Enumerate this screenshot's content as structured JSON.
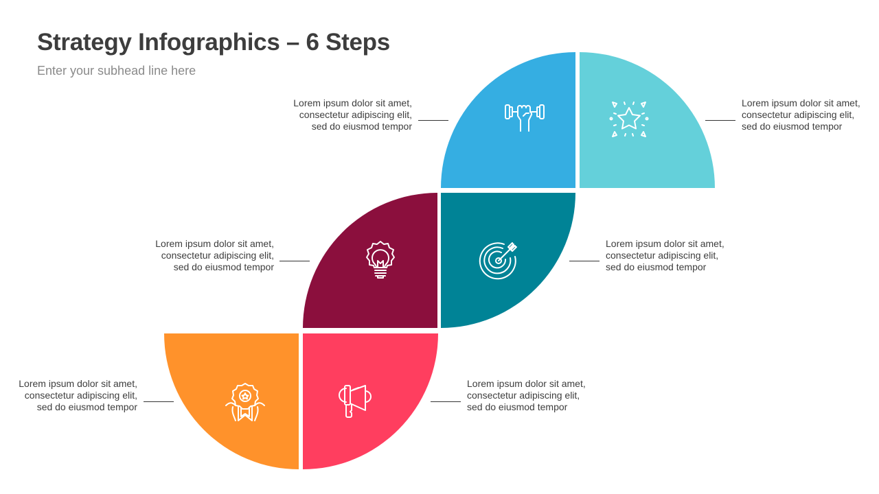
{
  "header": {
    "title": "Strategy Infographics – 6 Steps",
    "subtitle": "Enter your subhead line here"
  },
  "steps": [
    {
      "id": 1,
      "icon": "medal-ribbon-icon",
      "color": "#FF922B",
      "text": "Lorem ipsum dolor sit amet, consectetur adipiscing elit, sed do eiusmod tempor"
    },
    {
      "id": 2,
      "icon": "megaphone-icon",
      "color": "#FF3E5F",
      "text": "Lorem ipsum dolor sit amet, consectetur adipiscing elit, sed do eiusmod tempor"
    },
    {
      "id": 3,
      "icon": "lightbulb-icon",
      "color": "#8B0F3D",
      "text": "Lorem ipsum dolor sit amet, consectetur adipiscing elit, sed do eiusmod tempor"
    },
    {
      "id": 4,
      "icon": "target-arrow-icon",
      "color": "#008396",
      "text": "Lorem ipsum dolor sit amet, consectetur adipiscing elit, sed do eiusmod tempor"
    },
    {
      "id": 5,
      "icon": "dumbbell-fist-icon",
      "color": "#35AEE2",
      "text": "Lorem ipsum dolor sit amet, consectetur adipiscing elit, sed do eiusmod tempor"
    },
    {
      "id": 6,
      "icon": "star-sparkle-icon",
      "color": "#64D0DA",
      "text": "Lorem ipsum dolor sit amet, consectetur adipiscing elit, sed do eiusmod tempor"
    }
  ]
}
